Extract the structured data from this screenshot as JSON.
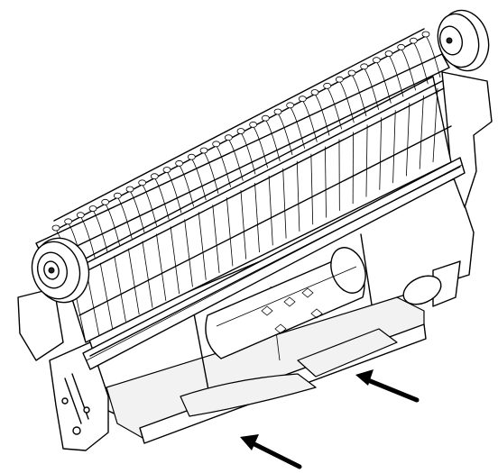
{
  "figure": {
    "subject": "",
    "arrows": [
      {
        "id": "arrow-right",
        "direction": "down-left"
      },
      {
        "id": "arrow-bottom",
        "direction": "up-left"
      }
    ],
    "colors": {
      "line": "#000000",
      "background": "#ffffff",
      "shade": "#f2f2f2"
    }
  }
}
